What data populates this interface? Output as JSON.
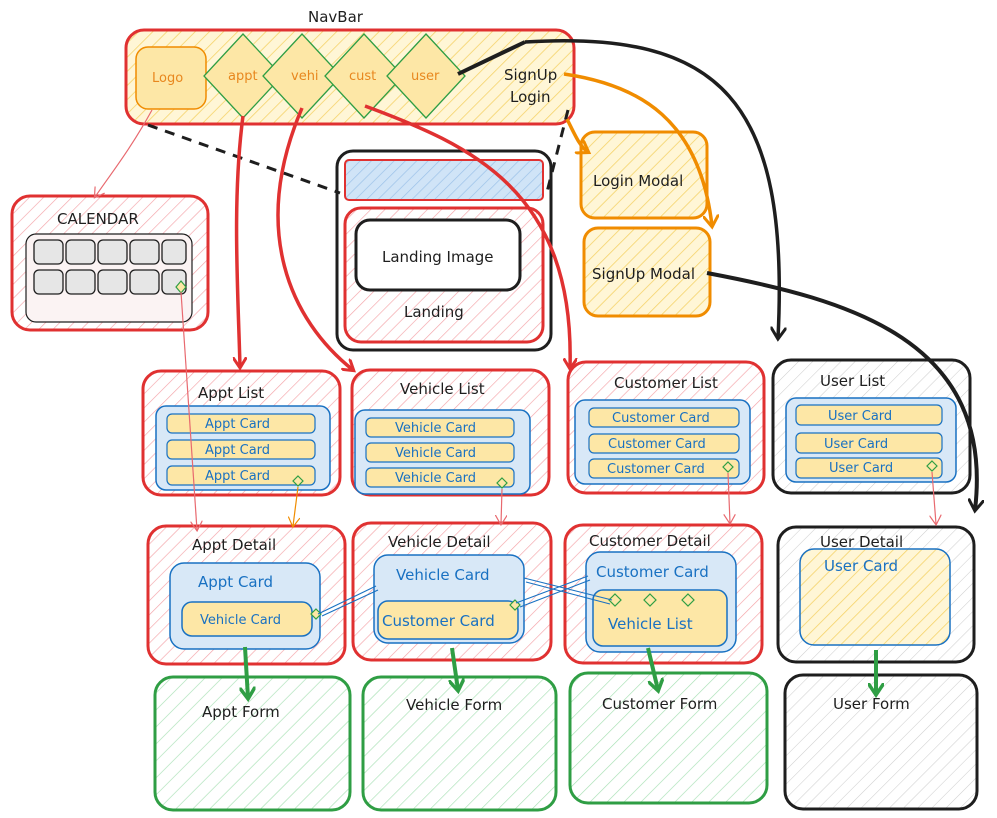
{
  "navbar": {
    "title": "NavBar",
    "logo": "Logo",
    "items": [
      "appt",
      "vehi",
      "cust",
      "user"
    ],
    "auth_line1": "SignUp",
    "auth_line2": "Login"
  },
  "calendar": {
    "title": "CALENDAR"
  },
  "landing": {
    "image": "Landing Image",
    "title": "Landing"
  },
  "modals": {
    "login": "Login Modal",
    "signup": "SignUp Modal"
  },
  "lists": [
    {
      "title": "Appt List",
      "cards": [
        "Appt Card",
        "Appt Card",
        "Appt Card"
      ]
    },
    {
      "title": "Vehicle List",
      "cards": [
        "Vehicle Card",
        "Vehicle Card",
        "Vehicle Card"
      ]
    },
    {
      "title": "Customer List",
      "cards": [
        "Customer Card",
        "Customer Card",
        "Customer Card"
      ]
    },
    {
      "title": "User List",
      "cards": [
        "User Card",
        "User Card",
        "User Card"
      ]
    }
  ],
  "details": [
    {
      "title": "Appt Detail",
      "top": "Appt Card",
      "sub": "Vehicle Card"
    },
    {
      "title": "Vehicle Detail",
      "top": "Vehicle Card",
      "sub": "Customer Card"
    },
    {
      "title": "Customer Detail",
      "top": "Customer Card",
      "sub": "Vehicle List"
    },
    {
      "title": "User Detail",
      "top": "User Card"
    }
  ],
  "forms": [
    "Appt Form",
    "Vehicle Form",
    "Customer Form",
    "User Form"
  ],
  "colors": {
    "red": "#e03131",
    "black": "#1e1e1e",
    "orange": "#f08c00",
    "green": "#2f9e44",
    "blue": "#1971c2",
    "yellow_fill": "#ffec99"
  }
}
